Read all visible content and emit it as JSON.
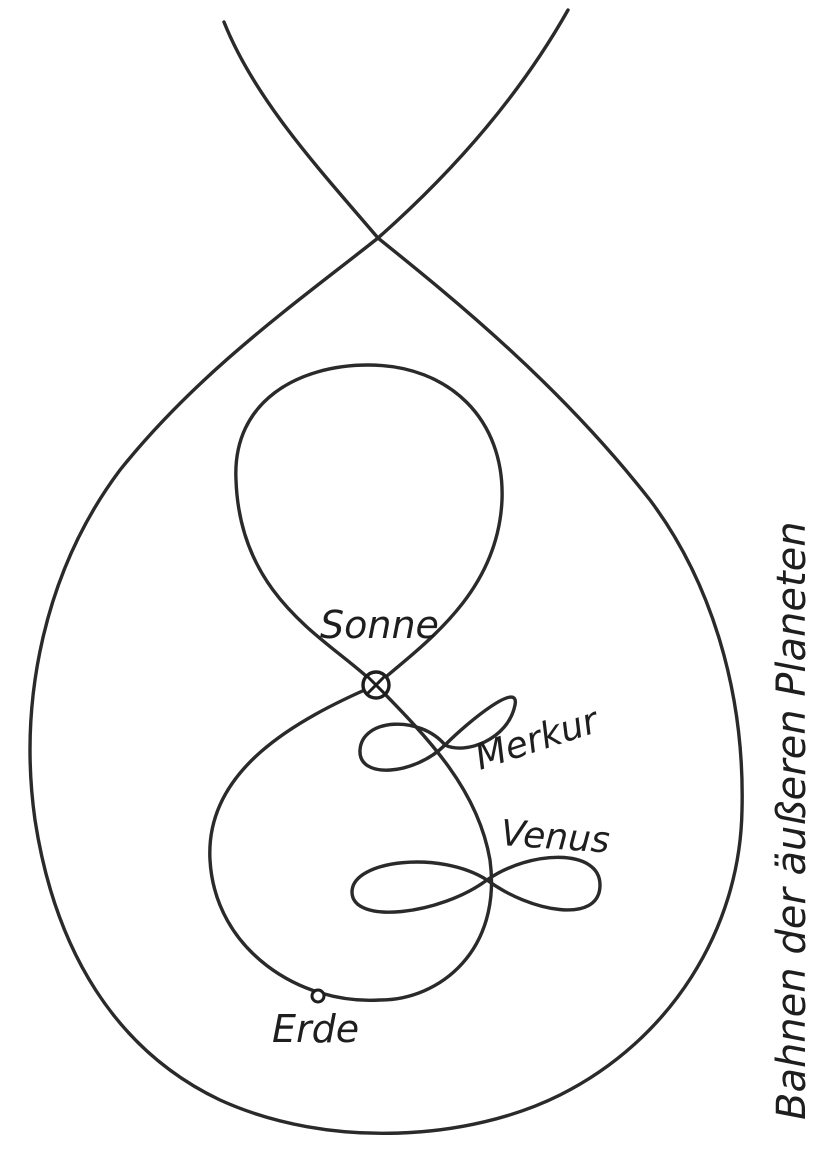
{
  "labels": {
    "sun": "Sonne",
    "mercury": "Merkur",
    "venus": "Venus",
    "earth": "Erde",
    "outer": "Bahnen der äußeren Planeten"
  },
  "colors": {
    "ink": "#2a2a2a",
    "background": "#ffffff"
  }
}
